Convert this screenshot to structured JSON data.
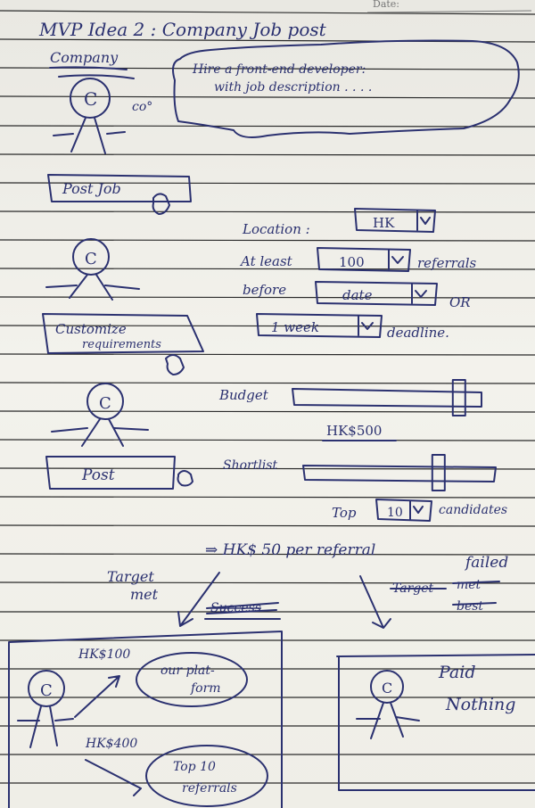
{
  "paper": {
    "date_label": "Date:"
  },
  "header": {
    "title": "MVP Idea 2 : Company Job post"
  },
  "scene1": {
    "company_label": "Company",
    "person_letter": "C",
    "thought_dots": "co°",
    "bubble_line1": "Hire a front-end developer:",
    "bubble_line2": "with job description . . . .",
    "post_job_button": "Post Job"
  },
  "scene2": {
    "person_letter": "C",
    "location_label": "Location :",
    "location_value": "HK",
    "at_least_label": "At least",
    "referrals_value": "100",
    "referrals_label": "referrals",
    "before_label": "before",
    "date_value": "date",
    "or_label": "OR",
    "week_value": "1 week",
    "deadline_label": "deadline.",
    "customize_line1": "Customize",
    "customize_line2": "requirements"
  },
  "scene3": {
    "person_letter": "C",
    "budget_label": "Budget",
    "budget_value": "HK$500",
    "budget_level": 0.88,
    "shortlist_label": "Shortlist",
    "shortlist_level": 0.7,
    "top_label": "Top",
    "top_value": "10",
    "candidates_label": "candidates",
    "post_button": "Post"
  },
  "outcome": {
    "rate_text": "⇒ HK$ 50 per referral",
    "target_met": [
      "Target",
      "met"
    ],
    "success_struck": "Success",
    "failed_label": "failed",
    "target_struck": "Target",
    "met_struck": "met",
    "best_struck": "best"
  },
  "result_met": {
    "person_letter": "C",
    "fee_platform": "HK$100",
    "platform": [
      "our plat-",
      "form"
    ],
    "fee_referrals": "HK$400",
    "referrals": [
      "Top 10",
      "referrals"
    ]
  },
  "result_failed": {
    "person_letter": "C",
    "paid_line1": "Paid",
    "paid_line2": "Nothing"
  },
  "colors": {
    "ink": "#2b3170",
    "paper": "#efeee8",
    "rule": "#2a2a2a"
  }
}
